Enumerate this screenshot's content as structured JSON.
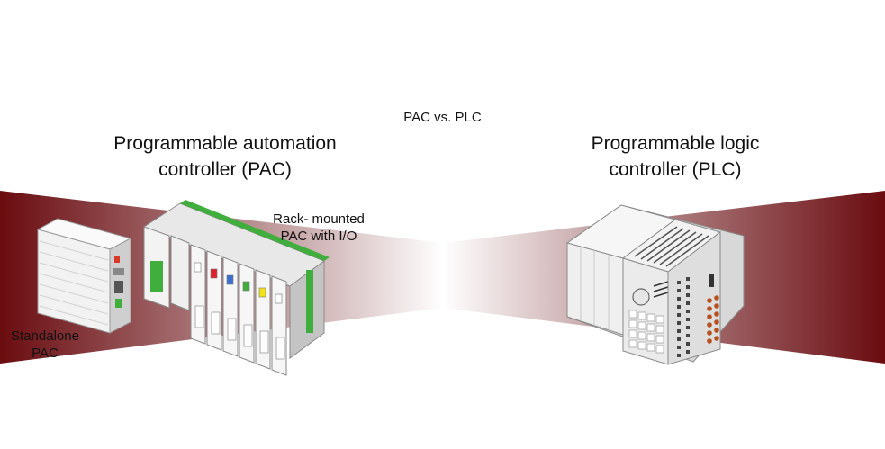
{
  "title": "PAC vs. PLC",
  "pac": {
    "heading_line1": "Programmable automation",
    "heading_line2": "controller (PAC)",
    "rack_label_line1": "Rack- mounted",
    "rack_label_line2": "PAC with I/O",
    "standalone_label_line1": "Standalone",
    "standalone_label_line2": "PAC"
  },
  "plc": {
    "heading_line1": "Programmable logic",
    "heading_line2": "controller (PLC)"
  },
  "colors": {
    "band_dark": "#6a0c10",
    "band_light": "#ffffff",
    "device_body": "#f1f1f1",
    "device_shade": "#cfcfcf",
    "green_rail": "#3fae3c",
    "plc_terminal": "#b84f1e"
  },
  "module_tags": [
    "#ffffff",
    "#e0202a",
    "#3a6fd0",
    "#3fae3c",
    "#f2e21a",
    "#ffffff"
  ]
}
